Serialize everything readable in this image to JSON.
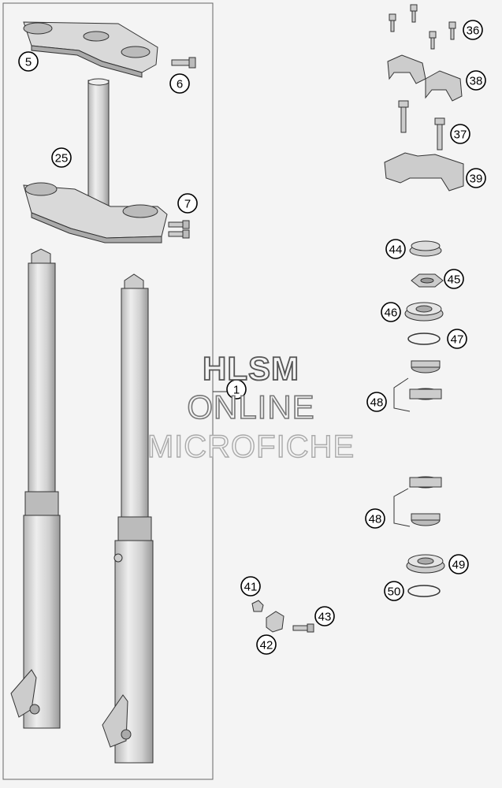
{
  "watermark": {
    "line1": "HLSM",
    "line2": "ONLINE",
    "line3": "MICROFICHE"
  },
  "callouts": [
    {
      "id": "c5",
      "label": "5"
    },
    {
      "id": "c6",
      "label": "6"
    },
    {
      "id": "c25",
      "label": "25"
    },
    {
      "id": "c7",
      "label": "7"
    },
    {
      "id": "c1",
      "label": "1"
    },
    {
      "id": "c36",
      "label": "36"
    },
    {
      "id": "c38",
      "label": "38"
    },
    {
      "id": "c37",
      "label": "37"
    },
    {
      "id": "c39",
      "label": "39"
    },
    {
      "id": "c44",
      "label": "44"
    },
    {
      "id": "c45",
      "label": "45"
    },
    {
      "id": "c46",
      "label": "46"
    },
    {
      "id": "c47",
      "label": "47"
    },
    {
      "id": "c48a",
      "label": "48"
    },
    {
      "id": "c48b",
      "label": "48"
    },
    {
      "id": "c49",
      "label": "49"
    },
    {
      "id": "c50",
      "label": "50"
    },
    {
      "id": "c41",
      "label": "41"
    },
    {
      "id": "c43",
      "label": "43"
    },
    {
      "id": "c42",
      "label": "42"
    }
  ],
  "colors": {
    "part_fill": "#d9d9d9",
    "part_dark": "#a9a9a9",
    "outline": "#333333",
    "background": "#f4f4f4"
  }
}
